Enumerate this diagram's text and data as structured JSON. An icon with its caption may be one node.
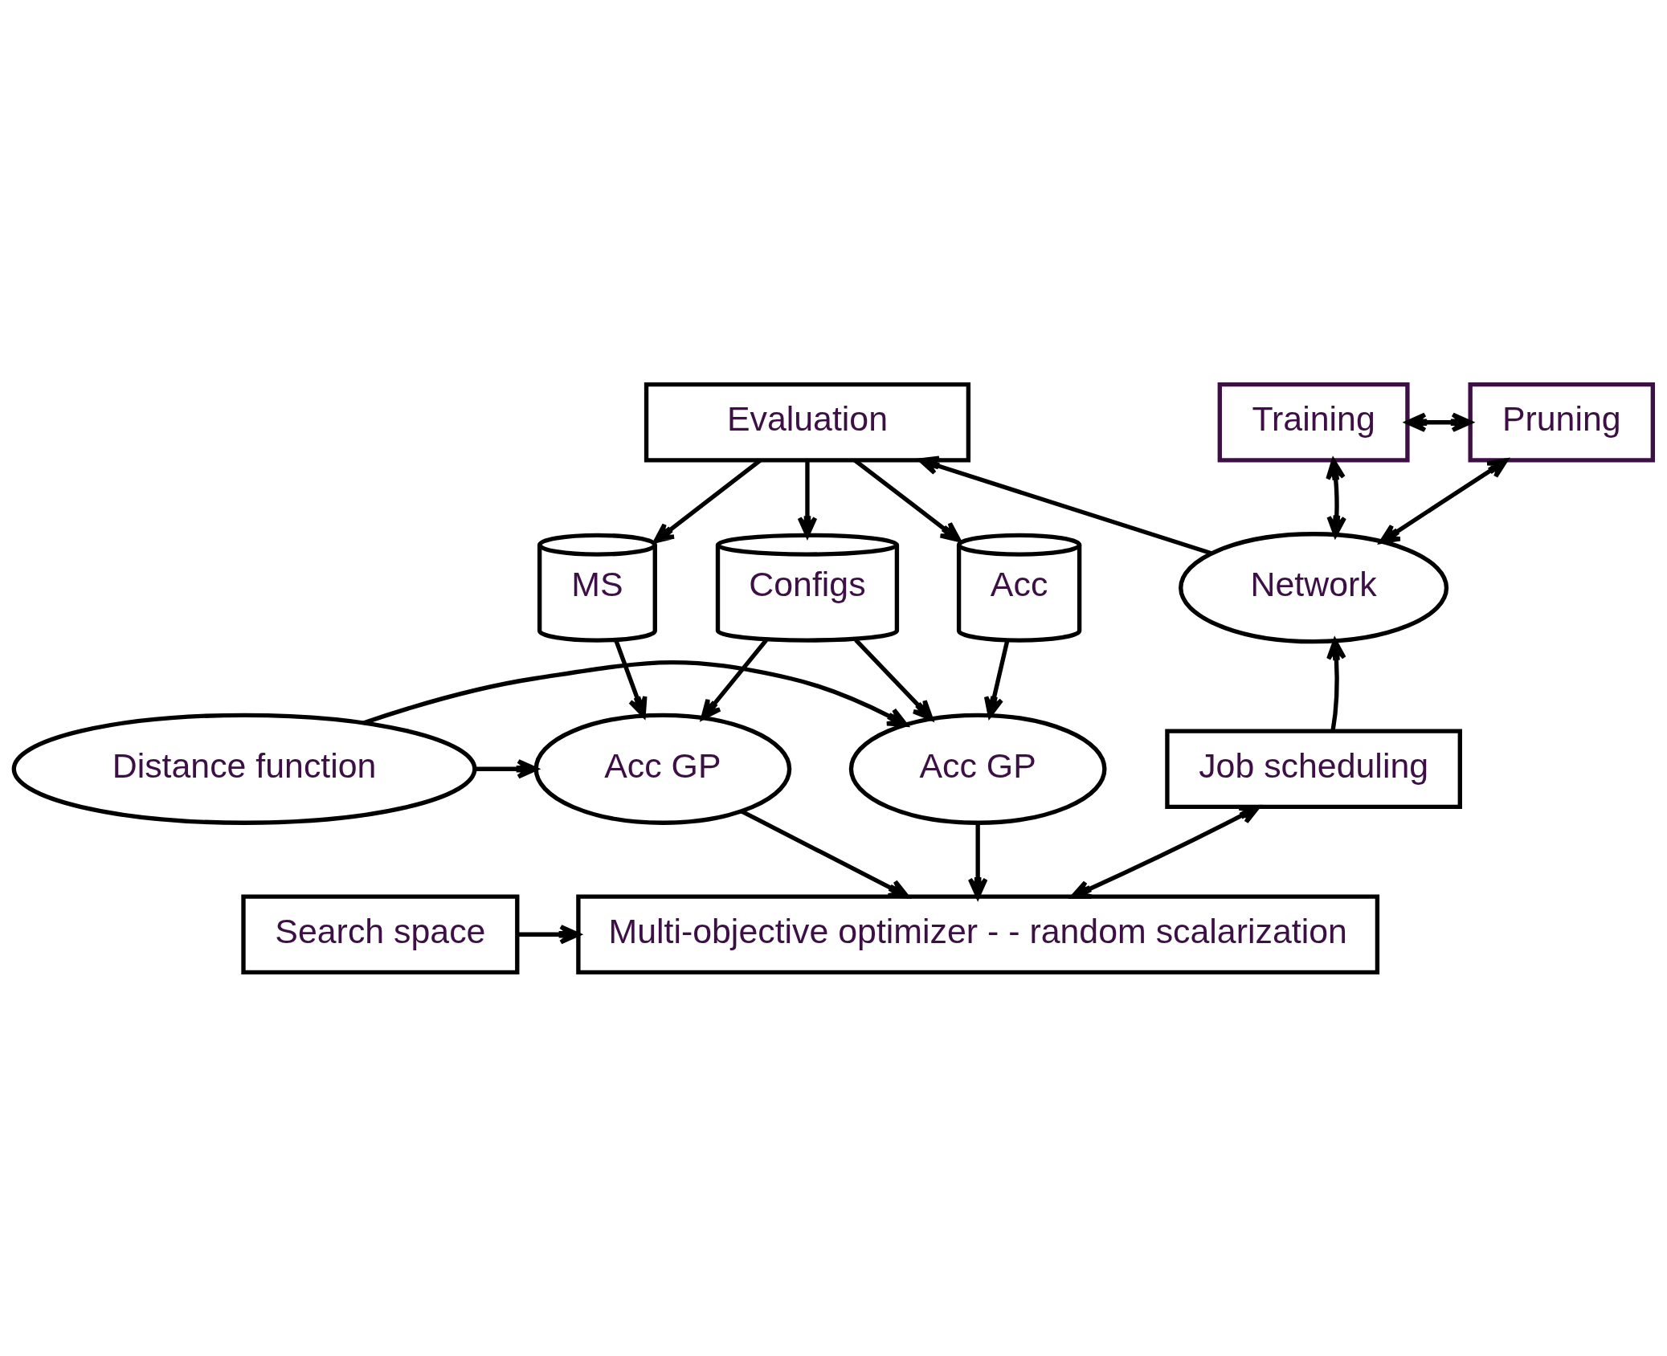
{
  "diagram": {
    "nodes": [
      {
        "text": [
          "Evaluation"
        ]
      },
      {
        "text": [
          "Training"
        ]
      },
      {
        "text": [
          "Pruning"
        ]
      },
      {
        "text": [
          "Acc"
        ]
      },
      {
        "text": [
          "Configs"
        ]
      },
      {
        "text": [
          "MS"
        ]
      },
      {
        "text": [
          "Network"
        ]
      },
      {
        "text": [
          "Acc GP"
        ]
      },
      {
        "text": [
          "Distance function"
        ]
      },
      {
        "text": [
          "Acc GP"
        ]
      },
      {
        "text": [
          "Job scheduling"
        ]
      },
      {
        "text": [
          "Search space"
        ]
      },
      {
        "text": [
          "Multi-objective optimizer - - random scalarization"
        ]
      }
    ],
    "edges": [
      {
        "from": 0,
        "to": 3,
        "arrow": "to"
      },
      {
        "from": 0,
        "to": 4,
        "arrow": "to"
      },
      {
        "from": 0,
        "to": 5,
        "arrow": "to"
      },
      {
        "from": 6,
        "to": 0,
        "arrow": "to"
      },
      {
        "from": 1,
        "to": 2,
        "arrow": "both"
      },
      {
        "from": 6,
        "to": 1,
        "arrow": "both"
      },
      {
        "from": 6,
        "to": 2,
        "arrow": "both"
      },
      {
        "from": 3,
        "to": 7,
        "arrow": "to"
      },
      {
        "from": 4,
        "to": 7,
        "arrow": "to"
      },
      {
        "from": 4,
        "to": 9,
        "arrow": "to"
      },
      {
        "from": 5,
        "to": 9,
        "arrow": "to"
      },
      {
        "from": 8,
        "to": 7,
        "arrow": "to"
      },
      {
        "from": 8,
        "to": 9,
        "arrow": "to"
      },
      {
        "from": 7,
        "to": 12,
        "arrow": "to"
      },
      {
        "from": 9,
        "to": 12,
        "arrow": "to"
      },
      {
        "from": 10,
        "to": 6,
        "arrow": "to"
      },
      {
        "from": 12,
        "to": 10,
        "arrow": "both"
      },
      {
        "from": 11,
        "to": 12,
        "arrow": "to"
      }
    ]
  }
}
